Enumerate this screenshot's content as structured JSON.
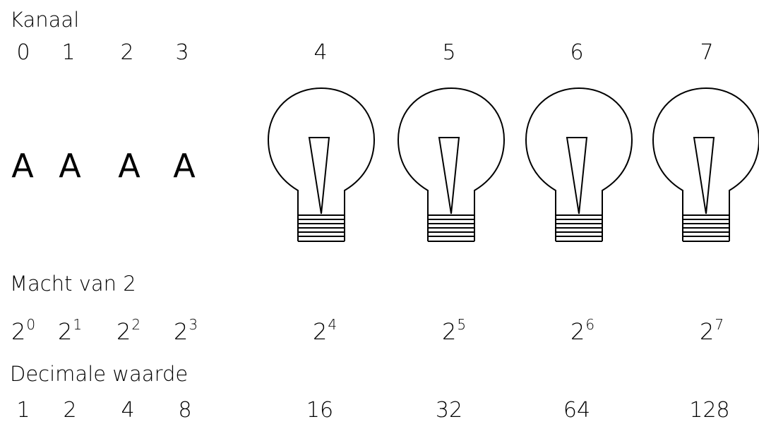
{
  "labels": {
    "channel_header": "Kanaal",
    "power_header": "Macht van 2",
    "decimal_header": "Decimale waarde"
  },
  "columns": [
    {
      "channel": "0",
      "indicator": "A",
      "base": "2",
      "exponent": "0",
      "decimal": "1"
    },
    {
      "channel": "1",
      "indicator": "A",
      "base": "2",
      "exponent": "1",
      "decimal": "2"
    },
    {
      "channel": "2",
      "indicator": "A",
      "base": "2",
      "exponent": "2",
      "decimal": "4"
    },
    {
      "channel": "3",
      "indicator": "A",
      "base": "2",
      "exponent": "3",
      "decimal": "8"
    },
    {
      "channel": "4",
      "indicator": "lamp",
      "base": "2",
      "exponent": "4",
      "decimal": "16"
    },
    {
      "channel": "5",
      "indicator": "lamp",
      "base": "2",
      "exponent": "5",
      "decimal": "32"
    },
    {
      "channel": "6",
      "indicator": "lamp",
      "base": "2",
      "exponent": "6",
      "decimal": "64"
    },
    {
      "channel": "7",
      "indicator": "lamp",
      "base": "2",
      "exponent": "7",
      "decimal": "128"
    }
  ],
  "icons": {
    "lamp": "light-bulb-icon"
  }
}
